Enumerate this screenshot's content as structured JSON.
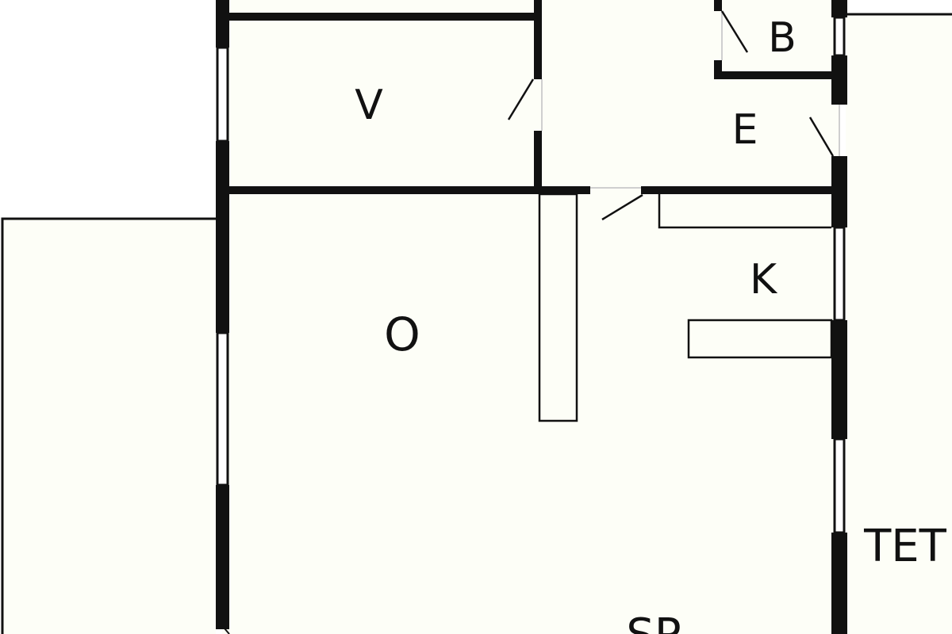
{
  "plan": {
    "background_color": "#ffffff",
    "floor_color": "#fdfef7",
    "wall_color": "#111111",
    "rooms": {
      "v": "V",
      "b": "B",
      "e": "E",
      "k": "K",
      "o": "O",
      "tet": "TET",
      "sp": "SP"
    }
  }
}
